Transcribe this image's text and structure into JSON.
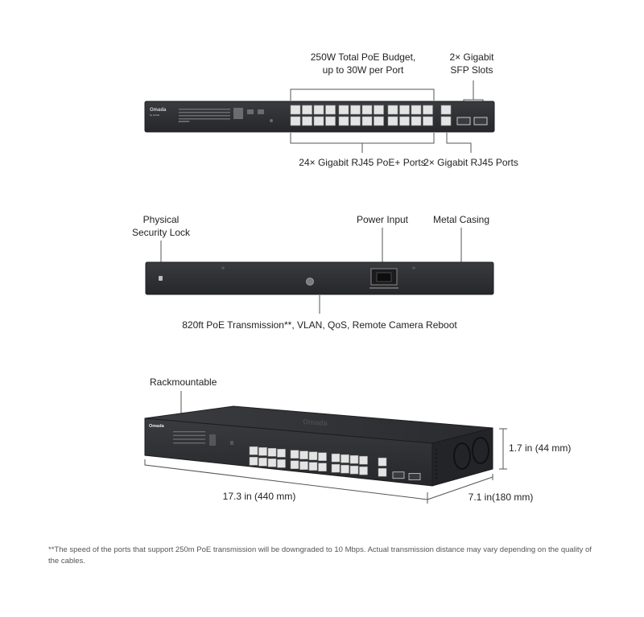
{
  "front_view": {
    "brand": "Omada",
    "brand_sub": "by tp-link",
    "model": "ES226GP",
    "poe_budget_label": [
      "250W Total PoE Budget,",
      "up to 30W per Port"
    ],
    "sfp_label": [
      "2× Gigabit",
      "SFP Slots"
    ],
    "poe_ports_label": "24× Gigabit RJ45 PoE+ Ports",
    "rj45_label": "2× Gigabit RJ45 Ports"
  },
  "rear_view": {
    "security_lock_label": [
      "Physical",
      "Security Lock"
    ],
    "power_label": "Power Input",
    "casing_label": "Metal Casing",
    "features_label": "820ft PoE Transmission**, VLAN, QoS, Remote Camera Reboot"
  },
  "iso_view": {
    "rack_label": "Rackmountable",
    "height_label": "1.7 in (44 mm)",
    "width_label": "17.3 in (440 mm)",
    "depth_label": "7.1 in(180 mm)"
  },
  "footnote": "**The speed of the ports that support 250m PoE transmission will be downgraded to 10 Mbps. Actual transmission distance may vary depending on the quality of the cables.",
  "colors": {
    "device": "#2d2e31",
    "device_edge": "#1c1d1f",
    "port": "#e4e4e4",
    "line": "#555555",
    "text": "#222222"
  }
}
